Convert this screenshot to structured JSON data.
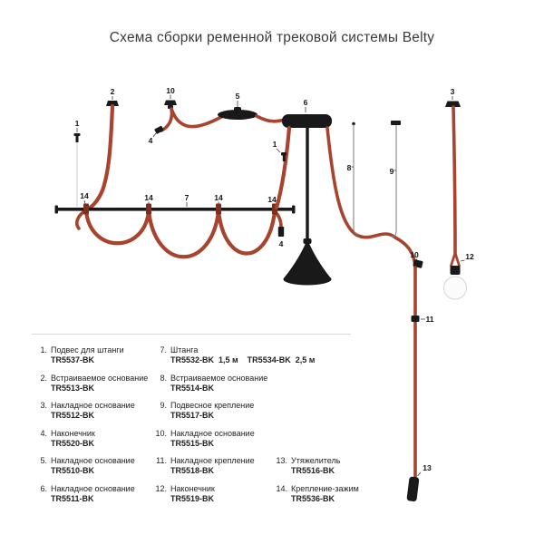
{
  "title": "Схема сборки ременной трековой системы Belty",
  "accent_color": "#a8432e",
  "diagram": {
    "callout_labels": [
      "1",
      "2",
      "10",
      "4",
      "5",
      "6",
      "1",
      "8",
      "9",
      "3",
      "14",
      "14",
      "7",
      "14",
      "14",
      "4",
      "10",
      "12",
      "11",
      "13"
    ]
  },
  "legend": {
    "columns": [
      {
        "items": [
          {
            "num": "1.",
            "name": "Подвес для штанги",
            "code": "TR5537-BK"
          },
          {
            "num": "2.",
            "name": "Встраиваемое основание",
            "code": "TR5513-BK"
          },
          {
            "num": "3.",
            "name": "Накладное основание",
            "code": "TR5512-BK"
          },
          {
            "num": "4.",
            "name": "Наконечник",
            "code": "TR5520-BK"
          },
          {
            "num": "5.",
            "name": "Накладное основание",
            "code": "TR5510-BK"
          },
          {
            "num": "6.",
            "name": "Накладное основание",
            "code": "TR5511-BK"
          }
        ]
      },
      {
        "items": [
          {
            "num": "7.",
            "name": "Штанга",
            "code": "TR5532-BK  1,5 м    TR5534-BK  2,5 м"
          },
          {
            "num": "8.",
            "name": "Встраиваемое основание",
            "code": "TR5514-BK"
          },
          {
            "num": "9.",
            "name": "Подвесное крепление",
            "code": "TR5517-BK"
          },
          {
            "num": "10.",
            "name": "Накладное основание",
            "code": "TR5515-BK"
          },
          {
            "num": "11.",
            "name": "Накладное крепление",
            "code": "TR5518-BK"
          },
          {
            "num": "12.",
            "name": "Наконечник",
            "code": "TR5519-BK"
          }
        ]
      },
      {
        "items": [
          {
            "num": "13.",
            "name": "Утяжелитель",
            "code": "TR5516-BK"
          },
          {
            "num": "14.",
            "name": "Крепление-зажим",
            "code": "TR5536-BK"
          }
        ]
      }
    ]
  }
}
